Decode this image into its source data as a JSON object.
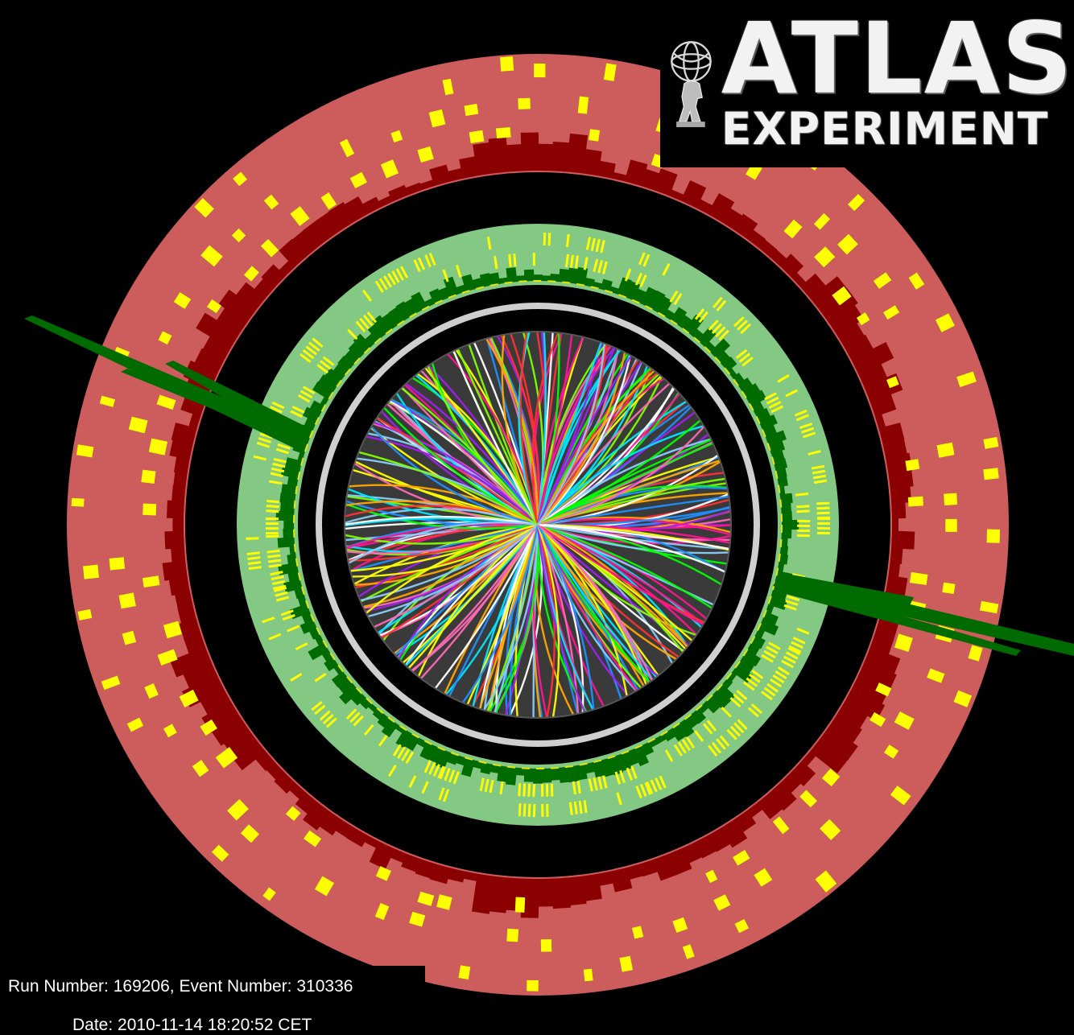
{
  "logo": {
    "line1": "ATLAS",
    "line2": "EXPERIMENT"
  },
  "event": {
    "run_line": "Run Number: 169206, Event Number: 310336",
    "date_line": "Date: 2010-11-14 18:20:52 CET"
  },
  "colors": {
    "background": "#000000",
    "hadronic_calorimeter": "#cd5c5c",
    "hadronic_deposit": "#8b0000",
    "em_calorimeter": "#83c883",
    "em_deposit": "#006b00",
    "cells": "#ffff00",
    "solenoid": "#c8c8c8",
    "tracker": "#3a3a3a",
    "track_palette": [
      "#ff3030",
      "#ffa500",
      "#00ff00",
      "#00e5ff",
      "#ff1493",
      "#ffff00",
      "#a020f0",
      "#1e90ff",
      "#ffffff",
      "#7fff00",
      "#ff69b4",
      "#87cefa"
    ]
  },
  "icons": {
    "emblem": "atlas-globe-icon"
  }
}
